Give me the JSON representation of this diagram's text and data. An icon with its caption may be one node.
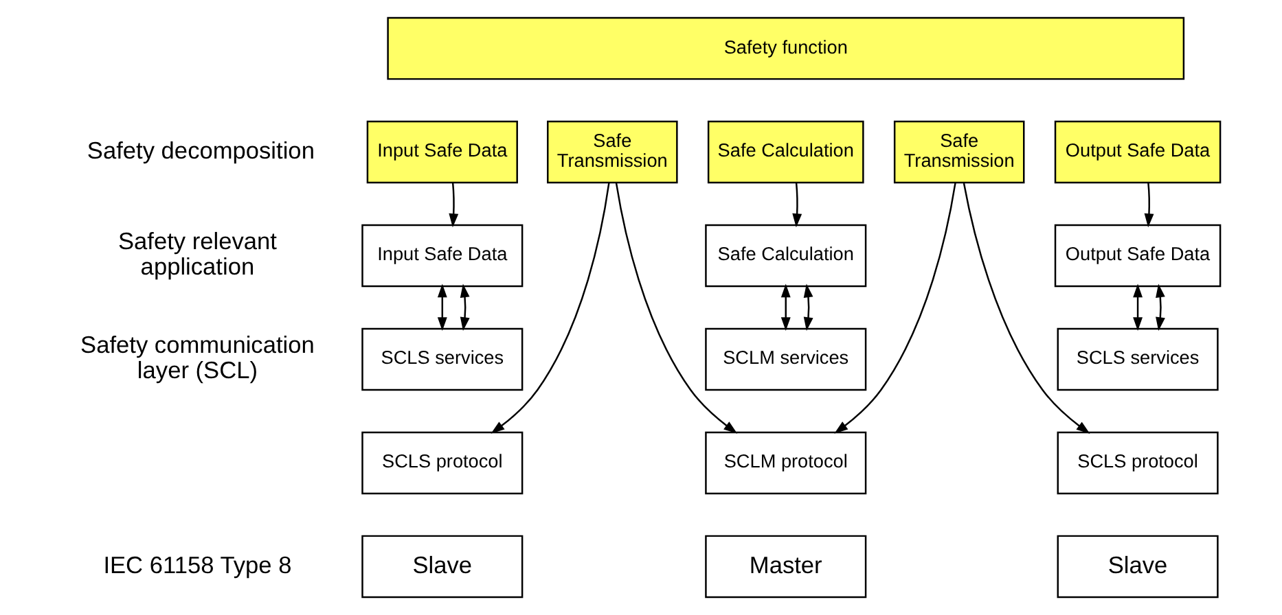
{
  "diagram": {
    "nodes": [
      {
        "text": [
          "Safety function"
        ]
      },
      {
        "text": [
          "Input Safe Data"
        ]
      },
      {
        "text": [
          "Safe Transmission"
        ]
      },
      {
        "text": [
          "Safe Calculation"
        ]
      },
      {
        "text": [
          "Safe Transmission"
        ]
      },
      {
        "text": [
          "Output Safe Data"
        ]
      },
      {
        "text": [
          "Input Safe Data"
        ]
      },
      {
        "text": [
          "Safe Calculation"
        ]
      },
      {
        "text": [
          "Output Safe Data"
        ]
      },
      {
        "text": [
          "SCLS services"
        ]
      },
      {
        "text": [
          "SCLS protocol"
        ]
      },
      {
        "text": [
          "SCLM services"
        ]
      },
      {
        "text": [
          "SCLM protocol"
        ]
      },
      {
        "text": [
          "SCLS services"
        ]
      },
      {
        "text": [
          "SCLS protocol"
        ]
      },
      {
        "text": [
          "Slave"
        ]
      },
      {
        "text": [
          "Master"
        ]
      },
      {
        "text": [
          "Slave"
        ]
      }
    ],
    "edges": [
      {
        "from": 1,
        "to": 6,
        "arrow": "to"
      },
      {
        "from": 2,
        "to": 10,
        "arrow": "to"
      },
      {
        "from": 2,
        "to": 12,
        "arrow": "to"
      },
      {
        "from": 3,
        "to": 7,
        "arrow": "to"
      },
      {
        "from": 4,
        "to": 12,
        "arrow": "to"
      },
      {
        "from": 4,
        "to": 14,
        "arrow": "to"
      },
      {
        "from": 5,
        "to": 8,
        "arrow": "to"
      },
      {
        "from": 6,
        "to": 9,
        "arrow": "both"
      },
      {
        "from": 6,
        "to": 9,
        "arrow": "both"
      },
      {
        "from": 7,
        "to": 11,
        "arrow": "both"
      },
      {
        "from": 7,
        "to": 11,
        "arrow": "both"
      },
      {
        "from": 8,
        "to": 13,
        "arrow": "both"
      },
      {
        "from": 8,
        "to": 13,
        "arrow": "both"
      }
    ],
    "labels": [
      "Safety decomposition",
      "Safety relevant application",
      "Safety communication layer (SCL)",
      "IEC 61158 Type 8"
    ]
  }
}
